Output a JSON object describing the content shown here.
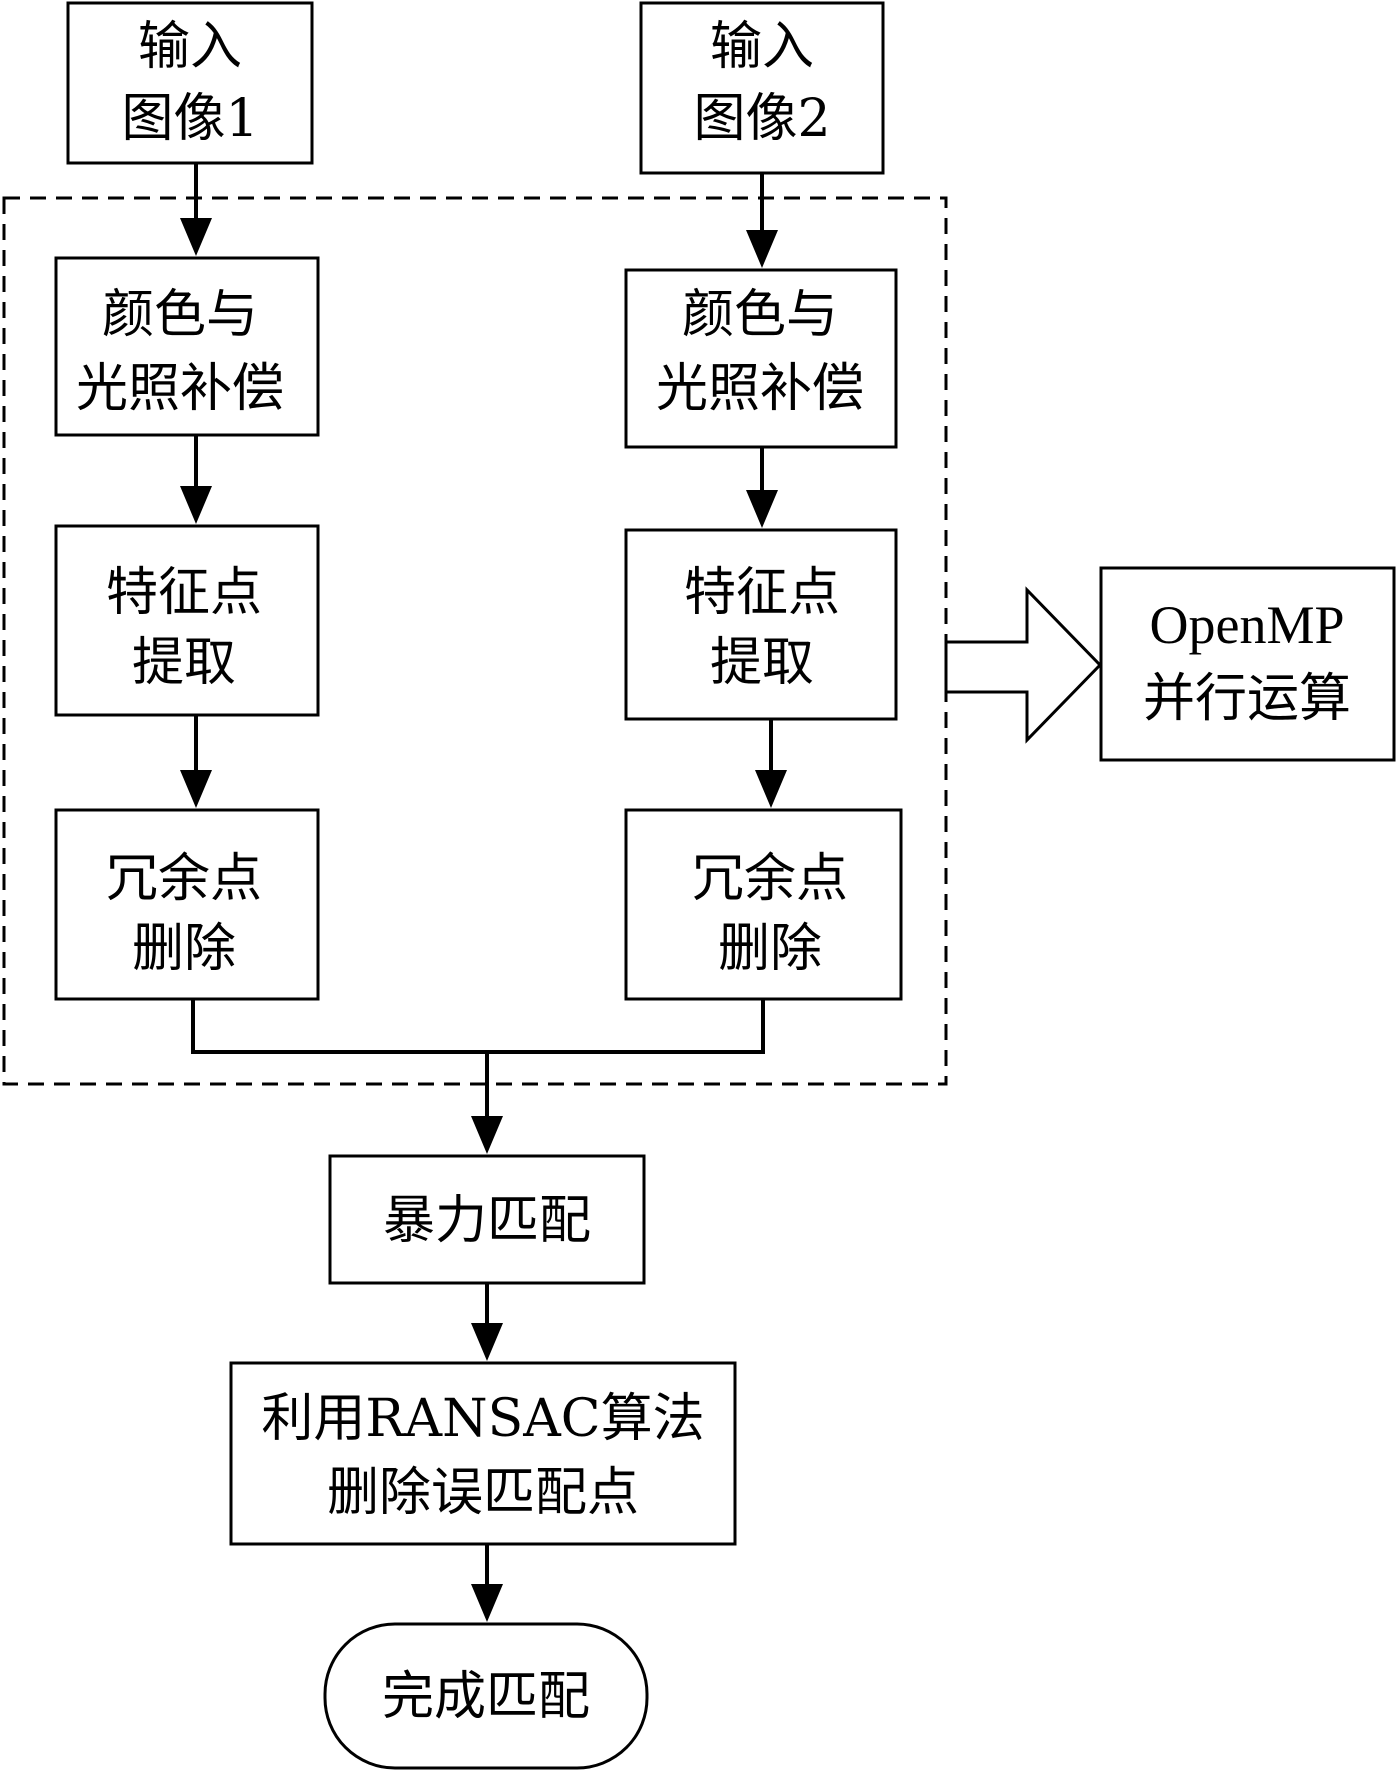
{
  "diagram": {
    "nodes": {
      "input1": {
        "lines": [
          "输入",
          "图像1"
        ]
      },
      "input2": {
        "lines": [
          "输入",
          "图像2"
        ]
      },
      "comp1": {
        "lines": [
          "颜色与",
          "光照补偿"
        ]
      },
      "comp2": {
        "lines": [
          "颜色与",
          "光照补偿"
        ]
      },
      "feat1": {
        "lines": [
          "特征点",
          "提取"
        ]
      },
      "feat2": {
        "lines": [
          "特征点",
          "提取"
        ]
      },
      "redund1": {
        "lines": [
          "冗余点",
          "删除"
        ]
      },
      "redund2": {
        "lines": [
          "冗余点",
          "删除"
        ]
      },
      "bruteforce": {
        "lines": [
          "暴力匹配"
        ]
      },
      "ransac": {
        "lines": [
          "利用RANSAC算法",
          "删除误匹配点"
        ]
      },
      "done": {
        "lines": [
          "完成匹配"
        ]
      },
      "openmp": {
        "lines": [
          "OpenMP",
          "并行运算"
        ]
      }
    }
  }
}
